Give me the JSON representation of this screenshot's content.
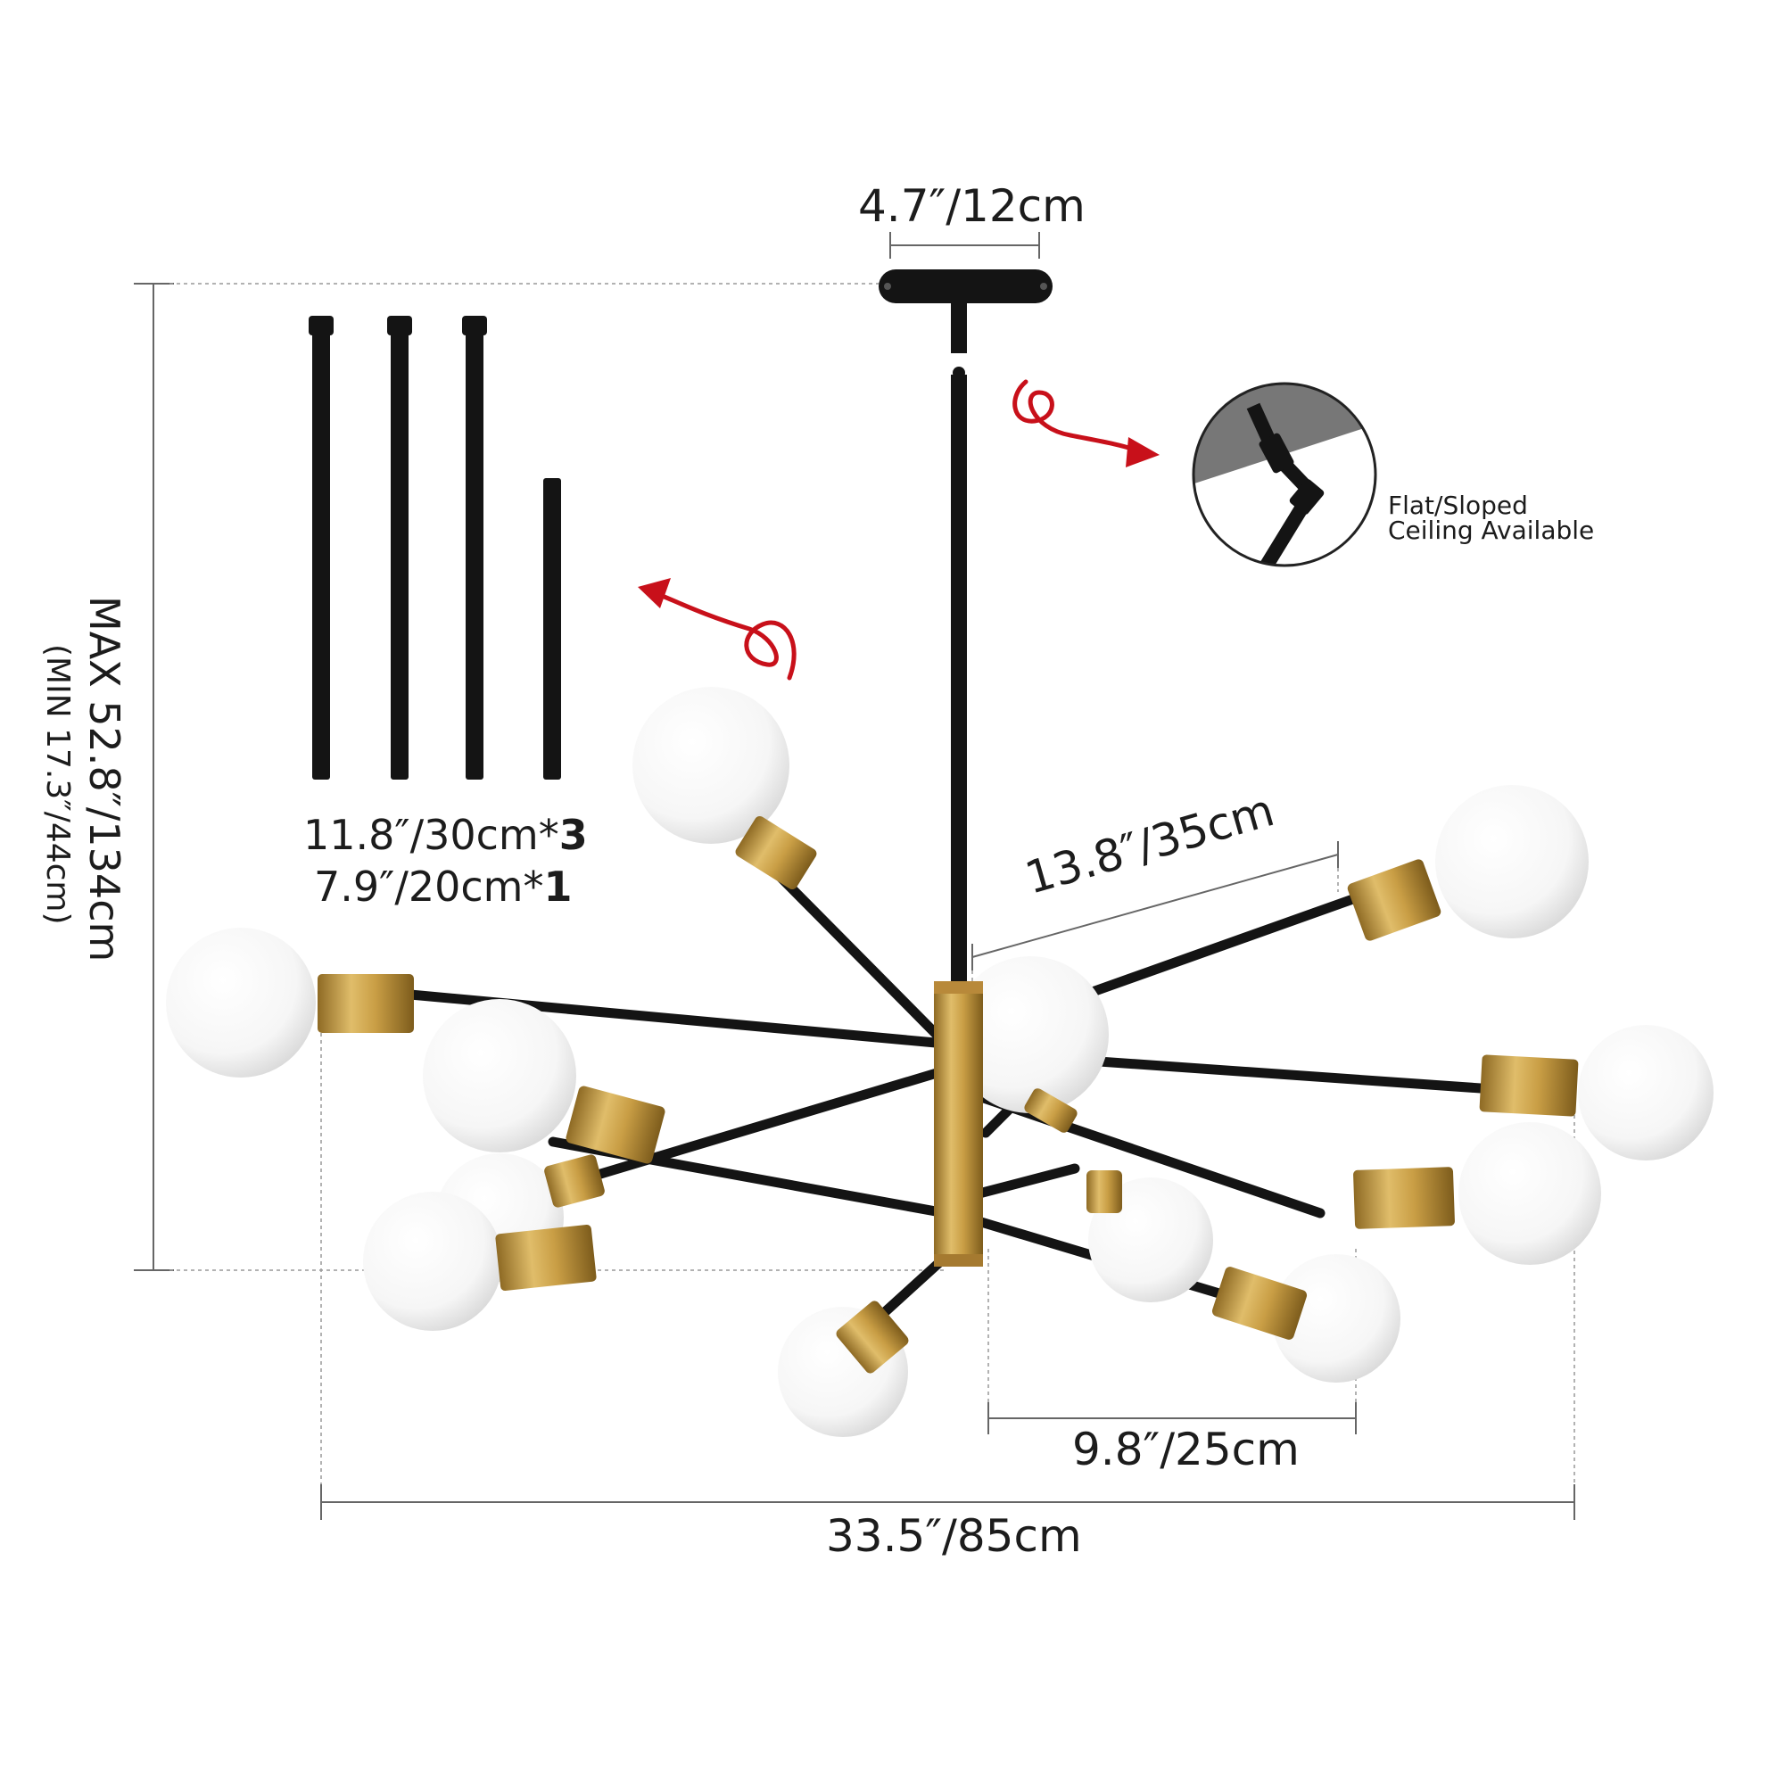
{
  "dimensions": {
    "canopy_width": "4.7″/12cm",
    "arm_length": "13.8″/35cm",
    "arm_spacing": "9.8″/25cm",
    "overall_width": "33.5″/85cm",
    "max_height": "MAX 52.8″/134cm",
    "min_height": "(MIN 17.3″/44cm)"
  },
  "rods": {
    "line1_size": "11.8″/30cm*",
    "line1_count": "3",
    "line2_size": "7.9″/20cm*",
    "line2_count": "1"
  },
  "ceiling_note": {
    "line1": "Flat/Sloped",
    "line2": "Ceiling Available"
  },
  "colors": {
    "metal_black": "#141414",
    "brass": "#c9a24a",
    "bulb": "#ffffff",
    "arrow_red": "#c8101a",
    "dim_line": "#555555"
  }
}
